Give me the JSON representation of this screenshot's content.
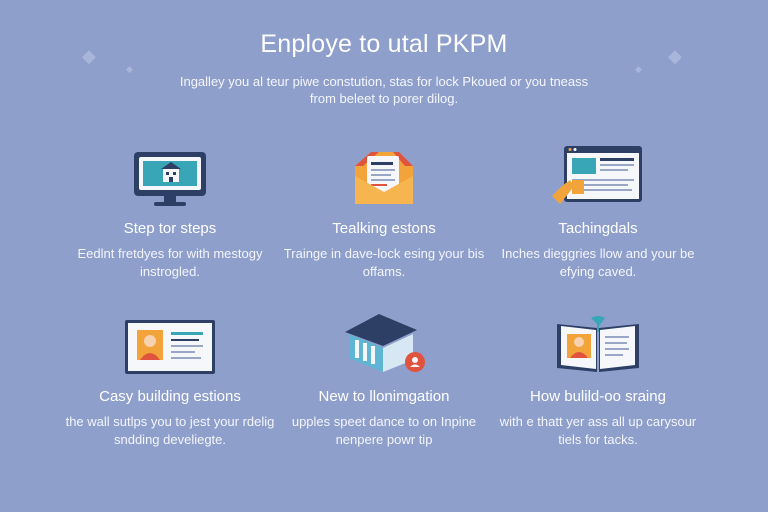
{
  "header": {
    "title": "Enploye to utal PKPM",
    "subtitle": "Ingalley you al teur piwe constution, stas for lock Pkoued or you tneass from beleet to porer dilog."
  },
  "cards": [
    {
      "title": "Step tor steps",
      "desc": "Eedlnt fretdyes for with mestogy instrogled.",
      "icon": "computer-monitor-icon"
    },
    {
      "title": "Tealking estons",
      "desc": "Trainge in dave-lock esing your bis offams.",
      "icon": "folder-document-icon"
    },
    {
      "title": "Tachingdals",
      "desc": "Inches dieggries llow and your be efying caved.",
      "icon": "browser-window-hand-icon"
    },
    {
      "title": "Casy building estions",
      "desc": "the wall sutlps you to jest your rdelig sndding develiegte.",
      "icon": "profile-card-icon"
    },
    {
      "title": "New to llonimgation",
      "desc": "upples speet dance to on Inpine nenpere powr tip",
      "icon": "building-column-icon"
    },
    {
      "title": "How bulild-oo sraing",
      "desc": "with e thatt yer ass all up carysour tiels for tacks.",
      "icon": "open-book-icon"
    }
  ],
  "colors": {
    "background": "#8f9fcb",
    "accent_orange": "#f2a33a",
    "accent_red": "#e0533f",
    "navy": "#2e3f66",
    "screen_teal": "#39a6b8"
  }
}
